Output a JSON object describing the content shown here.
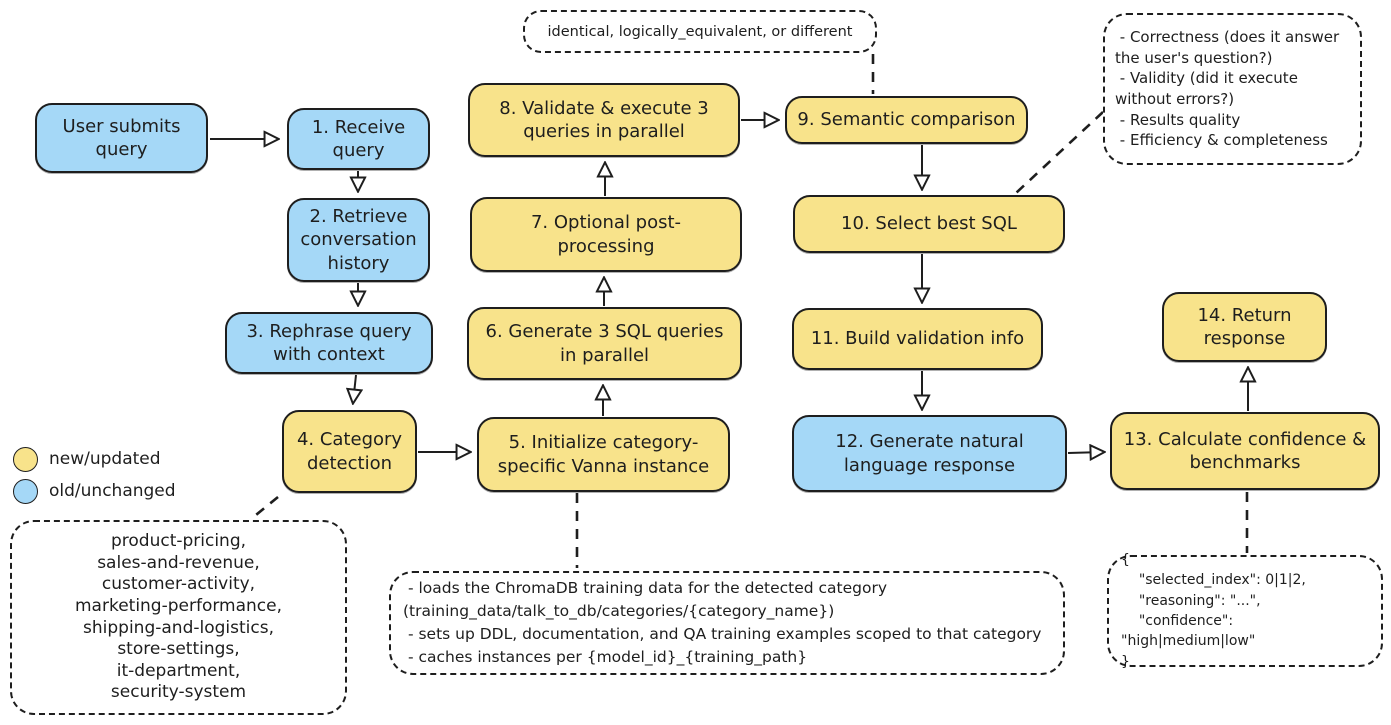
{
  "colors": {
    "new_updated": "#f8e38b",
    "old_unchanged": "#a5d8f7",
    "stroke": "#1e1e1e",
    "background": "#ffffff"
  },
  "legend": {
    "new_label": "new/updated",
    "old_label": "old/unchanged"
  },
  "nodes": {
    "user_submits": {
      "label": "User submits\nquery",
      "status": "old"
    },
    "n1": {
      "label": "1. Receive\nquery",
      "status": "old"
    },
    "n2": {
      "label": "2. Retrieve\nconversation\nhistory",
      "status": "old"
    },
    "n3": {
      "label": "3. Rephrase query\nwith context",
      "status": "old"
    },
    "n4": {
      "label": "4. Category\ndetection",
      "status": "new"
    },
    "n5": {
      "label": "5. Initialize category-\nspecific Vanna instance",
      "status": "new"
    },
    "n6": {
      "label": "6. Generate 3 SQL queries\nin parallel",
      "status": "new"
    },
    "n7": {
      "label": "7. Optional post-\nprocessing",
      "status": "new"
    },
    "n8": {
      "label": "8. Validate & execute 3\nqueries in parallel",
      "status": "new"
    },
    "n9": {
      "label": "9. Semantic comparison",
      "status": "new"
    },
    "n10": {
      "label": "10. Select best SQL",
      "status": "new"
    },
    "n11": {
      "label": "11. Build validation info",
      "status": "new"
    },
    "n12": {
      "label": "12. Generate natural\nlanguage response",
      "status": "old"
    },
    "n13": {
      "label": "13. Calculate confidence &\nbenchmarks",
      "status": "new"
    },
    "n14": {
      "label": "14. Return\nresponse",
      "status": "new"
    }
  },
  "notes": {
    "semantic_result": {
      "text": "identical, logically_equivalent, or different"
    },
    "selection_criteria": {
      "text": " - Correctness (does it answer\nthe user's question?)\n - Validity (did it execute\nwithout errors?)\n - Results quality\n - Efficiency & completeness"
    },
    "categories": {
      "text": "product-pricing,\nsales-and-revenue,\ncustomer-activity,\nmarketing-performance,\nshipping-and-logistics,\nstore-settings,\nit-department,\nsecurity-system"
    },
    "vanna_init": {
      "text": " - loads the ChromaDB training data for the detected category\n(training_data/talk_to_db/categories/{category_name})\n - sets up DDL, documentation, and QA training examples scoped to that category\n - caches instances per {model_id}_{training_path}"
    },
    "confidence_json": {
      "text": "{\n    \"selected_index\": 0|1|2,\n    \"reasoning\": \"...\",\n    \"confidence\": \"high|medium|low\"\n}"
    }
  }
}
